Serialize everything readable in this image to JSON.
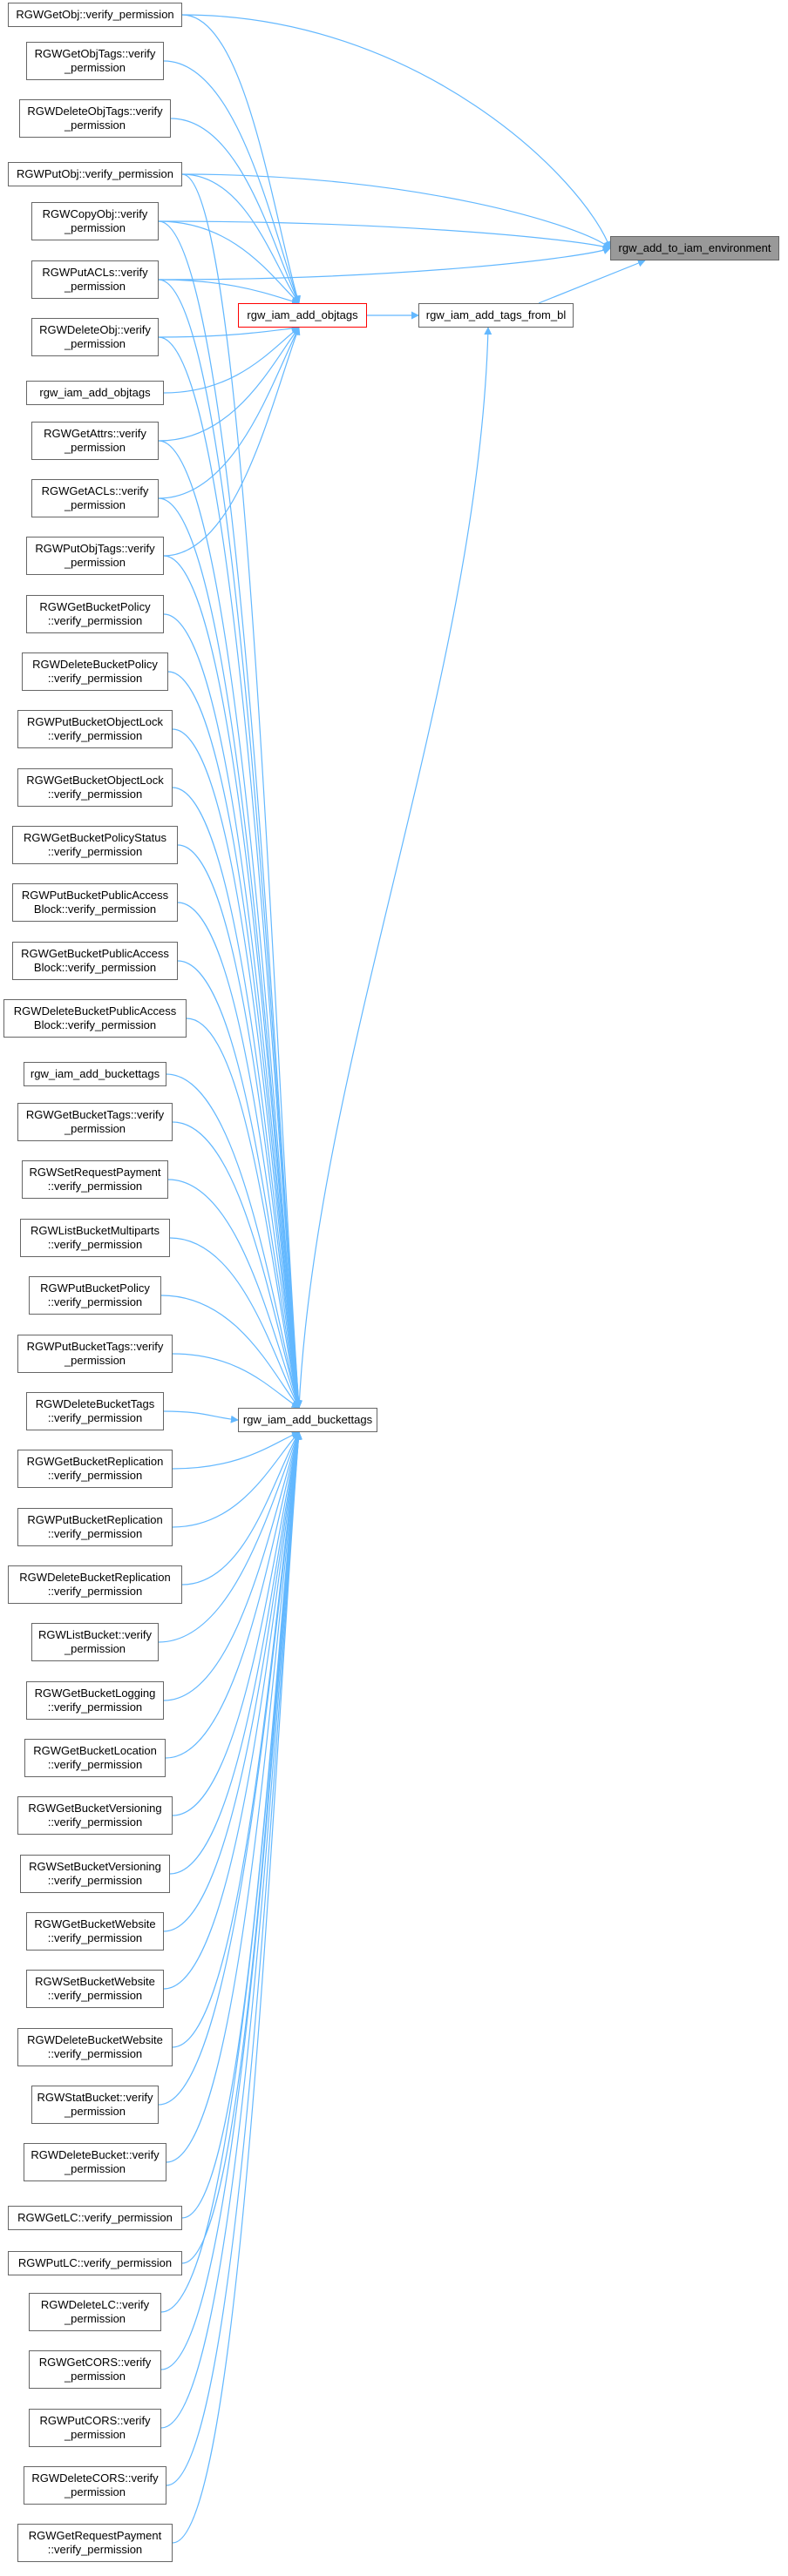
{
  "root": {
    "id": "root",
    "line1": "rgw_add_to_iam_environment",
    "line2": ""
  },
  "hubs": [
    {
      "id": "tags_from_bl",
      "line1": "rgw_iam_add_tags_from_bl",
      "line2": ""
    },
    {
      "id": "objtags",
      "line1": "rgw_iam_add_objtags",
      "line2": ""
    },
    {
      "id": "buckettags",
      "line1": "rgw_iam_add_buckettags",
      "line2": ""
    }
  ],
  "callers": [
    {
      "id": "c0",
      "line1": "RGWGetObj::verify_permission",
      "line2": ""
    },
    {
      "id": "c1",
      "line1": "RGWGetObjTags::verify",
      "line2": "_permission"
    },
    {
      "id": "c2",
      "line1": "RGWDeleteObjTags::verify",
      "line2": "_permission"
    },
    {
      "id": "c3",
      "line1": "RGWPutObj::verify_permission",
      "line2": ""
    },
    {
      "id": "c4",
      "line1": "RGWCopyObj::verify",
      "line2": "_permission"
    },
    {
      "id": "c5",
      "line1": "RGWPutACLs::verify",
      "line2": "_permission"
    },
    {
      "id": "c6",
      "line1": "RGWDeleteObj::verify",
      "line2": "_permission"
    },
    {
      "id": "c7",
      "line1": "rgw_iam_add_objtags",
      "line2": ""
    },
    {
      "id": "c8",
      "line1": "RGWGetAttrs::verify",
      "line2": "_permission"
    },
    {
      "id": "c9",
      "line1": "RGWGetACLs::verify",
      "line2": "_permission"
    },
    {
      "id": "c10",
      "line1": "RGWPutObjTags::verify",
      "line2": "_permission"
    },
    {
      "id": "c11",
      "line1": "RGWGetBucketPolicy",
      "line2": "::verify_permission"
    },
    {
      "id": "c12",
      "line1": "RGWDeleteBucketPolicy",
      "line2": "::verify_permission"
    },
    {
      "id": "c13",
      "line1": "RGWPutBucketObjectLock",
      "line2": "::verify_permission"
    },
    {
      "id": "c14",
      "line1": "RGWGetBucketObjectLock",
      "line2": "::verify_permission"
    },
    {
      "id": "c15",
      "line1": "RGWGetBucketPolicyStatus",
      "line2": "::verify_permission"
    },
    {
      "id": "c16",
      "line1": "RGWPutBucketPublicAccess",
      "line2": "Block::verify_permission"
    },
    {
      "id": "c17",
      "line1": "RGWGetBucketPublicAccess",
      "line2": "Block::verify_permission"
    },
    {
      "id": "c18",
      "line1": "RGWDeleteBucketPublicAccess",
      "line2": "Block::verify_permission"
    },
    {
      "id": "c19",
      "line1": "rgw_iam_add_buckettags",
      "line2": ""
    },
    {
      "id": "c20",
      "line1": "RGWGetBucketTags::verify",
      "line2": "_permission"
    },
    {
      "id": "c21",
      "line1": "RGWSetRequestPayment",
      "line2": "::verify_permission"
    },
    {
      "id": "c22",
      "line1": "RGWListBucketMultiparts",
      "line2": "::verify_permission"
    },
    {
      "id": "c23",
      "line1": "RGWPutBucketPolicy",
      "line2": "::verify_permission"
    },
    {
      "id": "c24",
      "line1": "RGWPutBucketTags::verify",
      "line2": "_permission"
    },
    {
      "id": "c25",
      "line1": "RGWDeleteBucketTags",
      "line2": "::verify_permission"
    },
    {
      "id": "c26",
      "line1": "RGWGetBucketReplication",
      "line2": "::verify_permission"
    },
    {
      "id": "c27",
      "line1": "RGWPutBucketReplication",
      "line2": "::verify_permission"
    },
    {
      "id": "c28",
      "line1": "RGWDeleteBucketReplication",
      "line2": "::verify_permission"
    },
    {
      "id": "c29",
      "line1": "RGWListBucket::verify",
      "line2": "_permission"
    },
    {
      "id": "c30",
      "line1": "RGWGetBucketLogging",
      "line2": "::verify_permission"
    },
    {
      "id": "c31",
      "line1": "RGWGetBucketLocation",
      "line2": "::verify_permission"
    },
    {
      "id": "c32",
      "line1": "RGWGetBucketVersioning",
      "line2": "::verify_permission"
    },
    {
      "id": "c33",
      "line1": "RGWSetBucketVersioning",
      "line2": "::verify_permission"
    },
    {
      "id": "c34",
      "line1": "RGWGetBucketWebsite",
      "line2": "::verify_permission"
    },
    {
      "id": "c35",
      "line1": "RGWSetBucketWebsite",
      "line2": "::verify_permission"
    },
    {
      "id": "c36",
      "line1": "RGWDeleteBucketWebsite",
      "line2": "::verify_permission"
    },
    {
      "id": "c37",
      "line1": "RGWStatBucket::verify",
      "line2": "_permission"
    },
    {
      "id": "c38",
      "line1": "RGWDeleteBucket::verify",
      "line2": "_permission"
    },
    {
      "id": "c39",
      "line1": "RGWGetLC::verify_permission",
      "line2": ""
    },
    {
      "id": "c40",
      "line1": "RGWPutLC::verify_permission",
      "line2": ""
    },
    {
      "id": "c41",
      "line1": "RGWDeleteLC::verify",
      "line2": "_permission"
    },
    {
      "id": "c42",
      "line1": "RGWGetCORS::verify",
      "line2": "_permission"
    },
    {
      "id": "c43",
      "line1": "RGWPutCORS::verify",
      "line2": "_permission"
    },
    {
      "id": "c44",
      "line1": "RGWDeleteCORS::verify",
      "line2": "_permission"
    },
    {
      "id": "c45",
      "line1": "RGWGetRequestPayment",
      "line2": "::verify_permission"
    }
  ],
  "edges": [
    [
      "tags_from_bl",
      "root"
    ],
    [
      "objtags",
      "tags_from_bl"
    ],
    [
      "buckettags",
      "tags_from_bl"
    ],
    [
      "c0",
      "root"
    ],
    [
      "c3",
      "root"
    ],
    [
      "c4",
      "root"
    ],
    [
      "c5",
      "root"
    ],
    [
      "c0",
      "objtags"
    ],
    [
      "c1",
      "objtags"
    ],
    [
      "c2",
      "objtags"
    ],
    [
      "c3",
      "objtags"
    ],
    [
      "c4",
      "objtags"
    ],
    [
      "c5",
      "objtags"
    ],
    [
      "c6",
      "objtags"
    ],
    [
      "c7",
      "objtags"
    ],
    [
      "c8",
      "objtags"
    ],
    [
      "c9",
      "objtags"
    ],
    [
      "c10",
      "objtags"
    ],
    [
      "c3",
      "buckettags"
    ],
    [
      "c4",
      "buckettags"
    ],
    [
      "c5",
      "buckettags"
    ],
    [
      "c6",
      "buckettags"
    ],
    [
      "c8",
      "buckettags"
    ],
    [
      "c9",
      "buckettags"
    ],
    [
      "c10",
      "buckettags"
    ],
    [
      "c11",
      "buckettags"
    ],
    [
      "c12",
      "buckettags"
    ],
    [
      "c13",
      "buckettags"
    ],
    [
      "c14",
      "buckettags"
    ],
    [
      "c15",
      "buckettags"
    ],
    [
      "c16",
      "buckettags"
    ],
    [
      "c17",
      "buckettags"
    ],
    [
      "c18",
      "buckettags"
    ],
    [
      "c19",
      "buckettags"
    ],
    [
      "c20",
      "buckettags"
    ],
    [
      "c21",
      "buckettags"
    ],
    [
      "c22",
      "buckettags"
    ],
    [
      "c23",
      "buckettags"
    ],
    [
      "c24",
      "buckettags"
    ],
    [
      "c25",
      "buckettags"
    ],
    [
      "c26",
      "buckettags"
    ],
    [
      "c27",
      "buckettags"
    ],
    [
      "c28",
      "buckettags"
    ],
    [
      "c29",
      "buckettags"
    ],
    [
      "c30",
      "buckettags"
    ],
    [
      "c31",
      "buckettags"
    ],
    [
      "c32",
      "buckettags"
    ],
    [
      "c33",
      "buckettags"
    ],
    [
      "c34",
      "buckettags"
    ],
    [
      "c35",
      "buckettags"
    ],
    [
      "c36",
      "buckettags"
    ],
    [
      "c37",
      "buckettags"
    ],
    [
      "c38",
      "buckettags"
    ],
    [
      "c39",
      "buckettags"
    ],
    [
      "c40",
      "buckettags"
    ],
    [
      "c41",
      "buckettags"
    ],
    [
      "c42",
      "buckettags"
    ],
    [
      "c43",
      "buckettags"
    ],
    [
      "c44",
      "buckettags"
    ],
    [
      "c45",
      "buckettags"
    ]
  ],
  "colors": {
    "edge": "#63b8ff",
    "root_fill": "#999999",
    "highlight_border": "#ff0000",
    "node_border": "#666666"
  }
}
